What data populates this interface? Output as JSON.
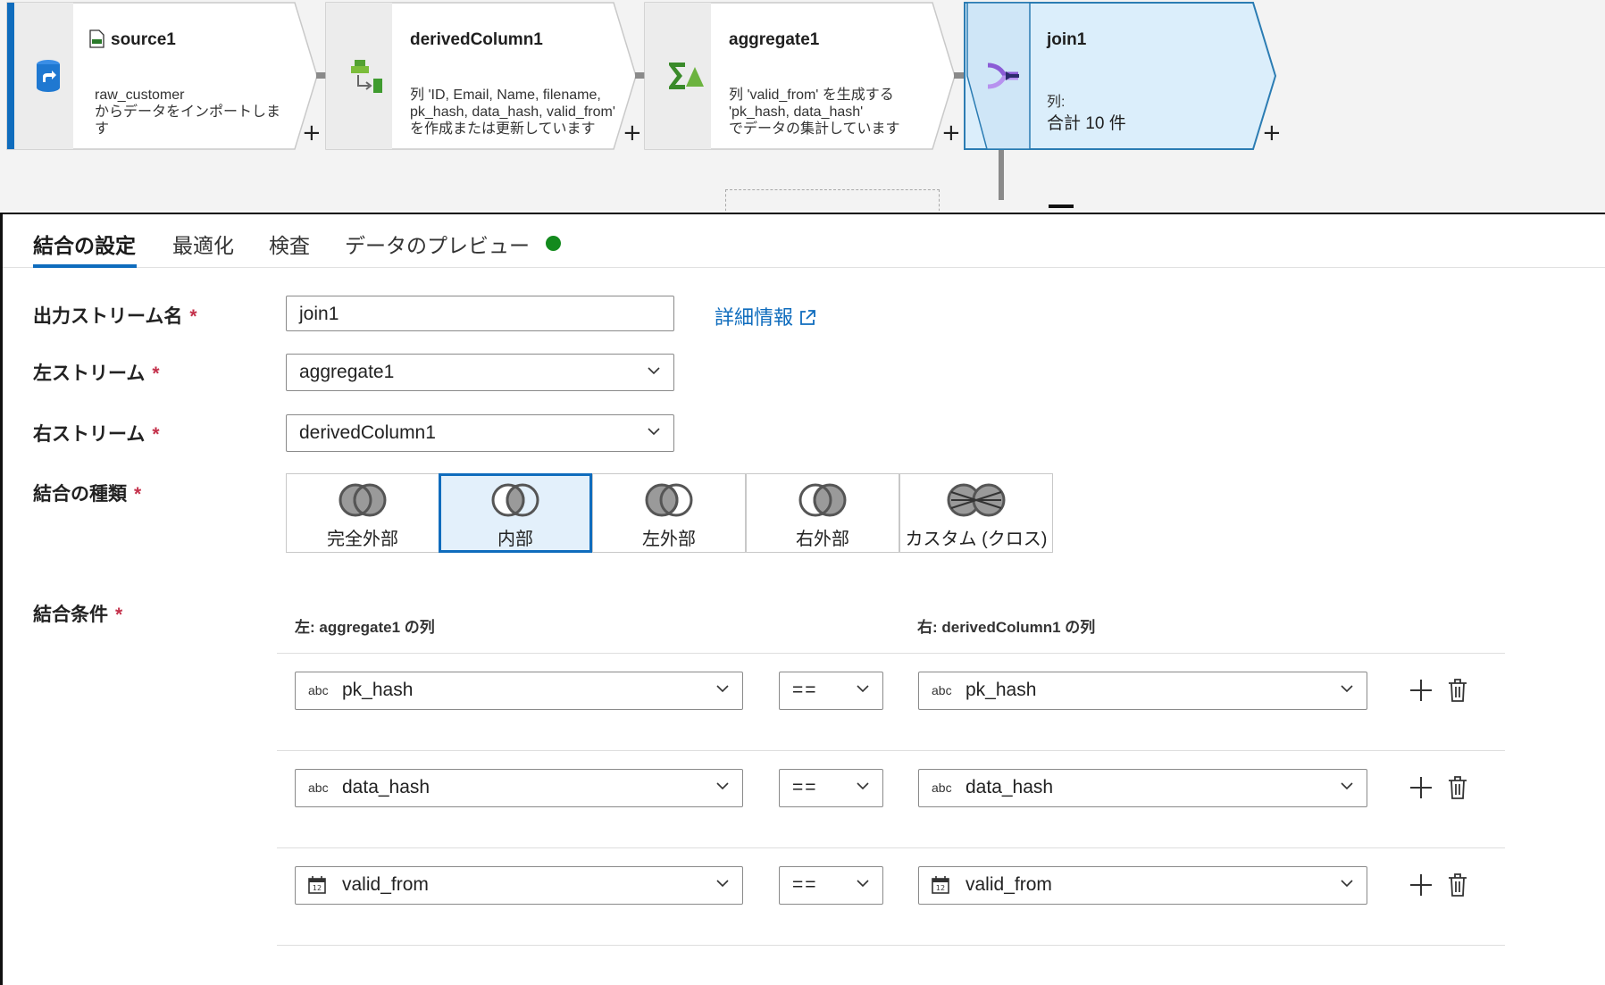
{
  "pipeline": {
    "nodes": [
      {
        "name": "source1",
        "desc": "raw_customer\nからデータをインポートしま\nす",
        "icon": "database-icon"
      },
      {
        "name": "derivedColumn1",
        "desc": "列 'ID, Email, Name, filename,\npk_hash, data_hash, valid_from'\nを作成または更新しています",
        "icon": "derived-column-icon"
      },
      {
        "name": "aggregate1",
        "desc": "列 'valid_from' を生成する\n'pk_hash, data_hash'\nでデータの集計しています",
        "icon": "aggregate-sigma-icon"
      },
      {
        "name": "join1",
        "cols_label": "列:",
        "cols_total": "合計 10 件",
        "icon": "join-icon"
      }
    ],
    "add_symbol": "+"
  },
  "tabs": [
    {
      "label": "結合の設定",
      "active": true
    },
    {
      "label": "最適化",
      "active": false
    },
    {
      "label": "検査",
      "active": false
    },
    {
      "label": "データのプレビュー",
      "active": false,
      "status": "green"
    }
  ],
  "form": {
    "required_mark": "*",
    "output_stream": {
      "label": "出力ストリーム名",
      "value": "join1"
    },
    "learn_more": "詳細情報",
    "left_stream": {
      "label": "左ストリーム",
      "value": "aggregate1"
    },
    "right_stream": {
      "label": "右ストリーム",
      "value": "derivedColumn1"
    },
    "join_type": {
      "label": "結合の種類",
      "options": [
        "完全外部",
        "内部",
        "左外部",
        "右外部",
        "カスタム (クロス)"
      ],
      "selected": "内部"
    },
    "join_conditions": {
      "label": "結合条件",
      "left_header": "左: aggregate1 の列",
      "right_header": "右: derivedColumn1 の列",
      "rows": [
        {
          "left_type": "abc",
          "left": "pk_hash",
          "op": "==",
          "right_type": "abc",
          "right": "pk_hash"
        },
        {
          "left_type": "abc",
          "left": "data_hash",
          "op": "==",
          "right_type": "abc",
          "right": "data_hash"
        },
        {
          "left_type": "calendar-icon",
          "left": "valid_from",
          "op": "==",
          "right_type": "calendar-icon",
          "right": "valid_from"
        }
      ]
    }
  },
  "colors": {
    "accent": "#0f6cbd",
    "selected_bg": "#e3f0fb",
    "status_green": "#138a1d",
    "required": "#c4314b"
  }
}
